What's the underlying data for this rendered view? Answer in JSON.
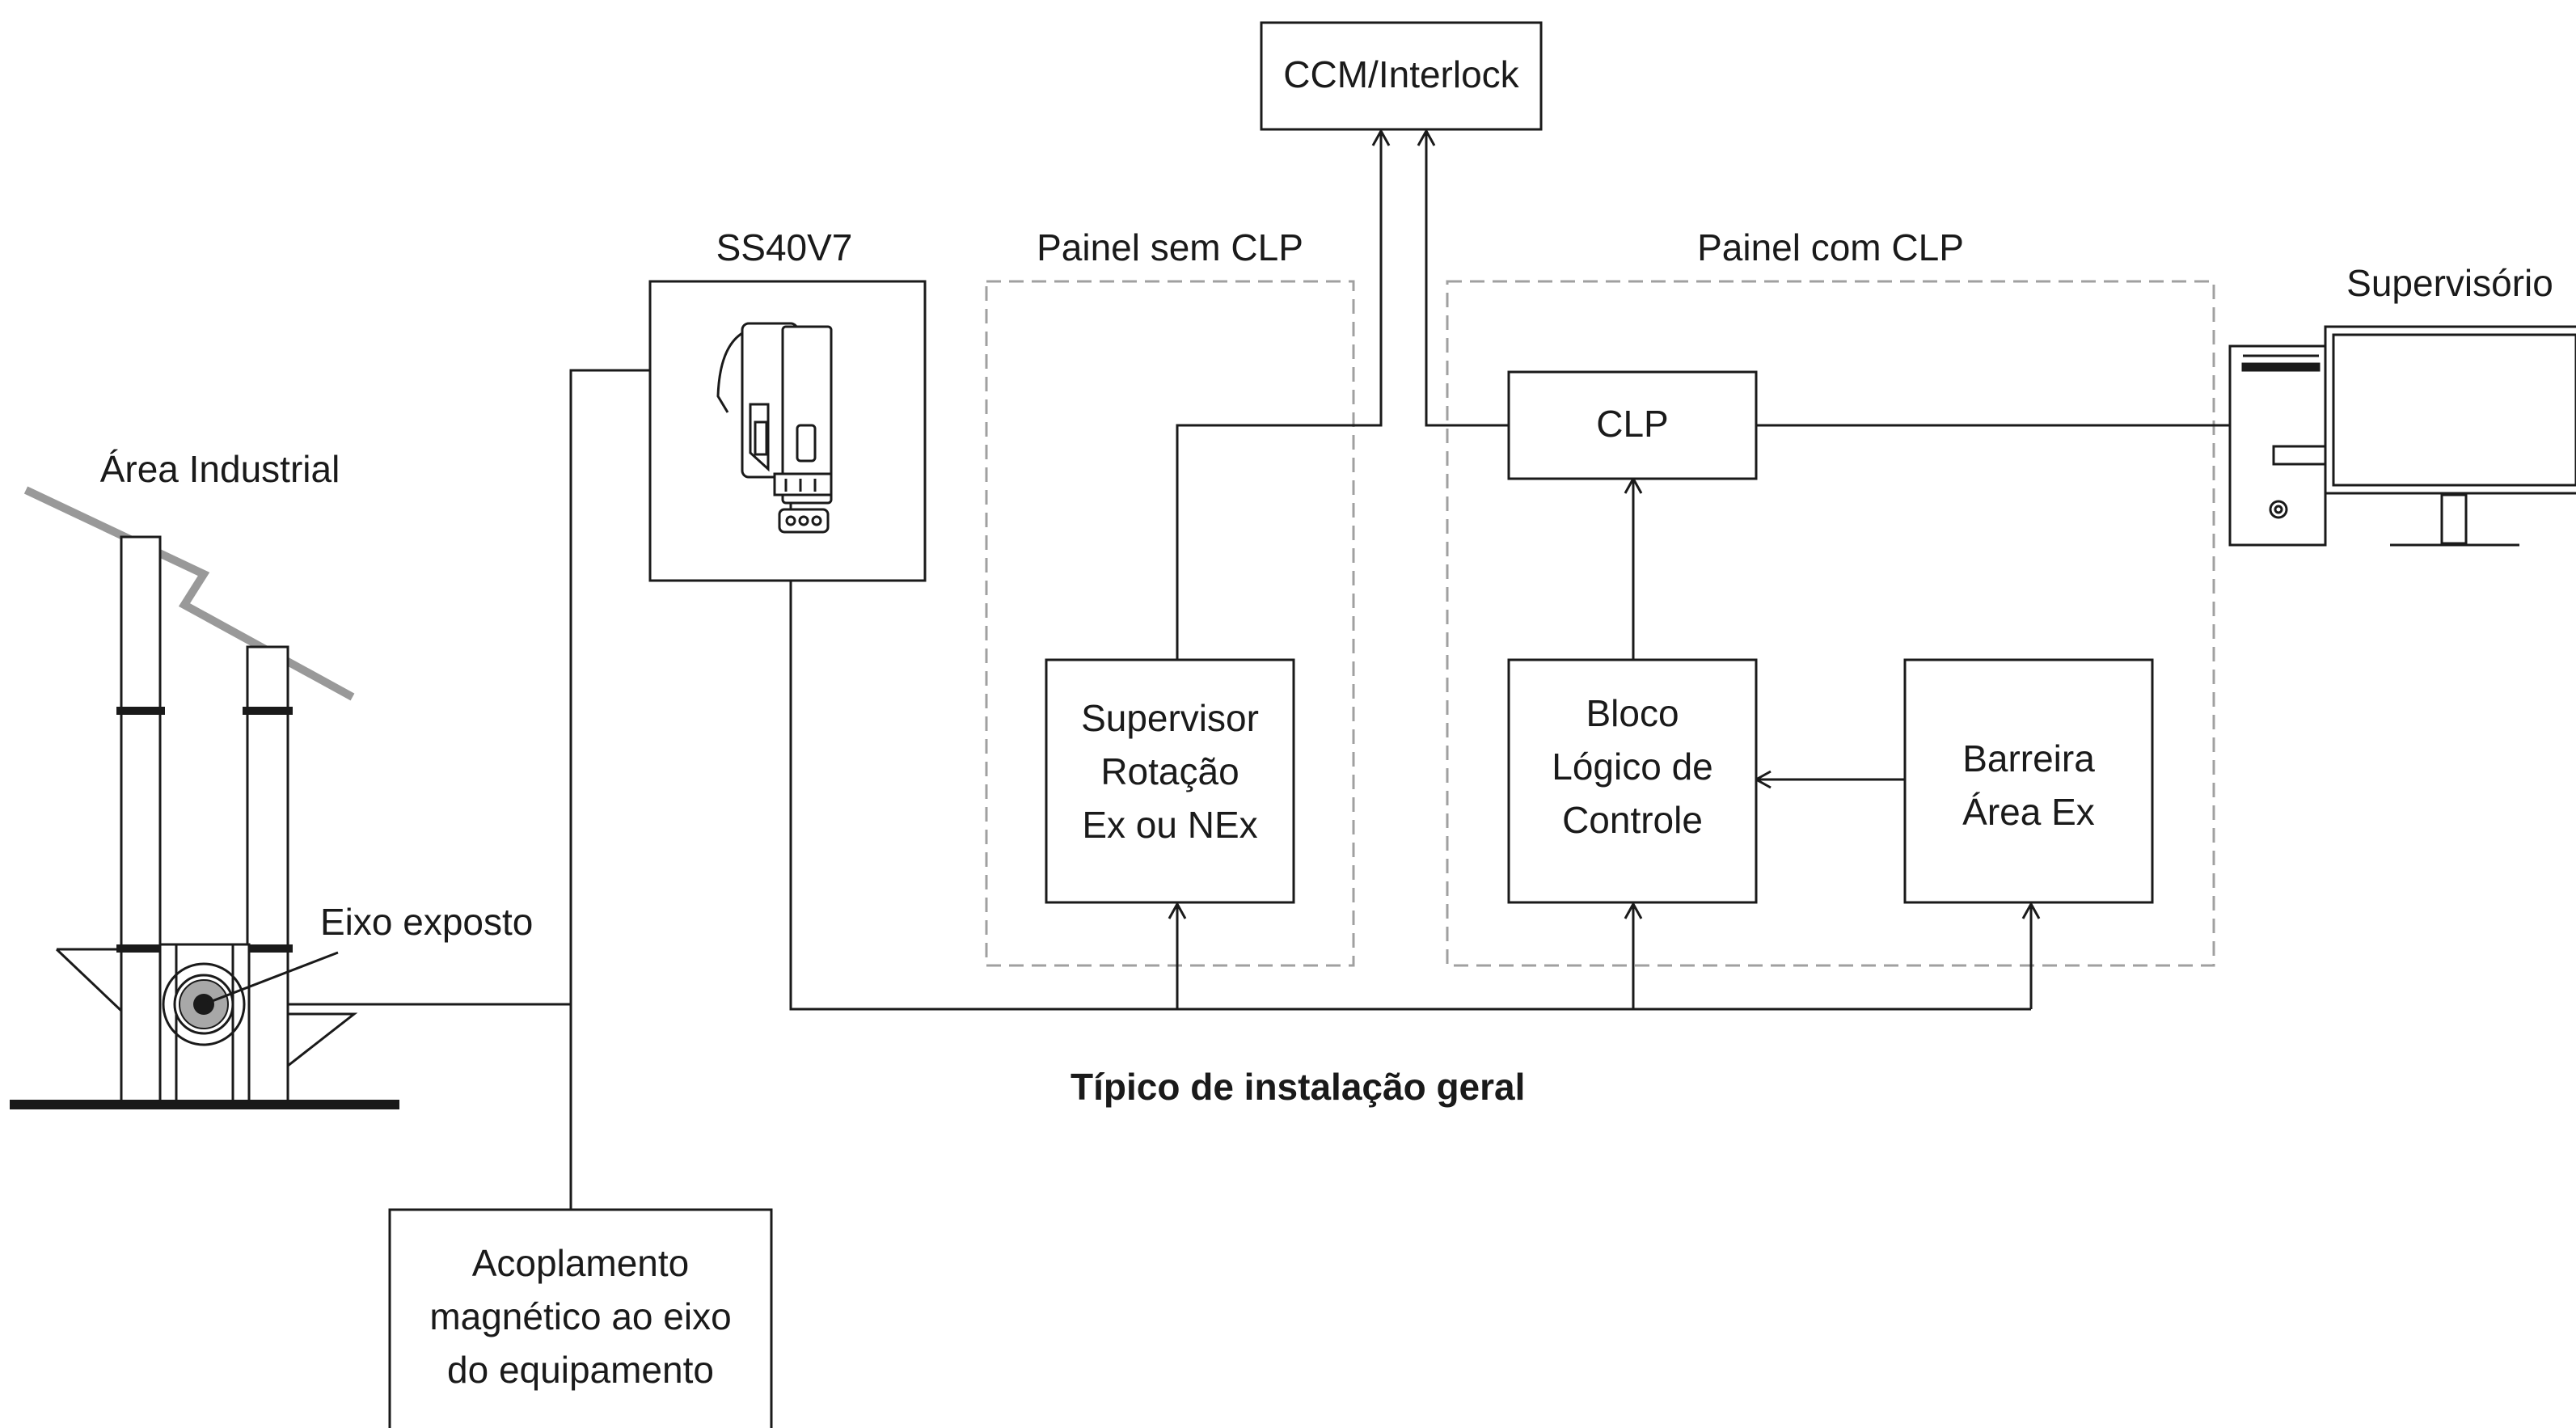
{
  "nodes": {
    "ccm": {
      "label": "CCM/Interlock"
    },
    "clp": {
      "label": "CLP"
    },
    "supervisor": {
      "lines": [
        "Supervisor",
        "Rotação",
        "Ex ou NEx"
      ]
    },
    "bloco": {
      "lines": [
        "Bloco",
        "Lógico de",
        "Controle"
      ]
    },
    "barreira": {
      "lines": [
        "Barreira",
        "Área Ex"
      ]
    },
    "acoplamento": {
      "lines": [
        "Acoplamento",
        "magnético ao eixo",
        "do equipamento"
      ]
    }
  },
  "groups": {
    "painel_sem_clp": "Painel sem CLP",
    "painel_com_clp": "Painel com CLP"
  },
  "labels": {
    "ss40v7": "SS40V7",
    "supervisorio": "Supervisório",
    "area_industrial": "Área Industrial",
    "eixo_exposto": "Eixo exposto",
    "caption": "Típico de instalação geral"
  },
  "colors": {
    "line": "#1a1a1a",
    "panel_border": "#a0a0a0",
    "shaft_fill": "#a8a8a8",
    "background": "#ffffff"
  }
}
